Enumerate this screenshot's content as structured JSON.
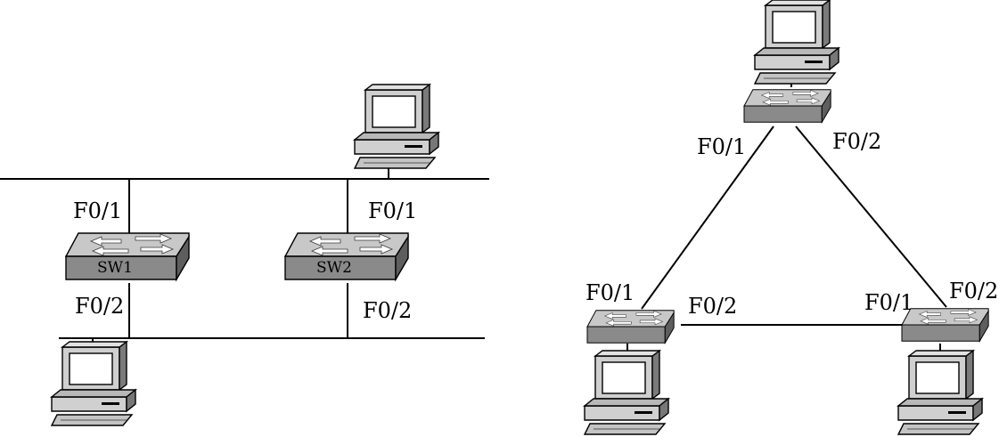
{
  "left_topology": {
    "switches": [
      {
        "name": "SW1",
        "upper_port": "F0/1",
        "lower_port": "F0/2"
      },
      {
        "name": "SW2",
        "upper_port": "F0/1",
        "lower_port": "F0/2"
      }
    ]
  },
  "right_topology": {
    "top_switch": {
      "port_left": "F0/1",
      "port_right": "F0/2"
    },
    "bottom_left_switch": {
      "port_up": "F0/1",
      "port_right": "F0/2"
    },
    "bottom_right_switch": {
      "port_left": "F0/1",
      "port_up": "F0/2"
    }
  },
  "icons": {
    "switch": "switch-icon",
    "pc": "computer-icon"
  },
  "colors": {
    "switch_top": "#c8c8c8",
    "switch_front": "#8a8a8a",
    "switch_side": "#5e5e5e",
    "line": "#000000"
  }
}
